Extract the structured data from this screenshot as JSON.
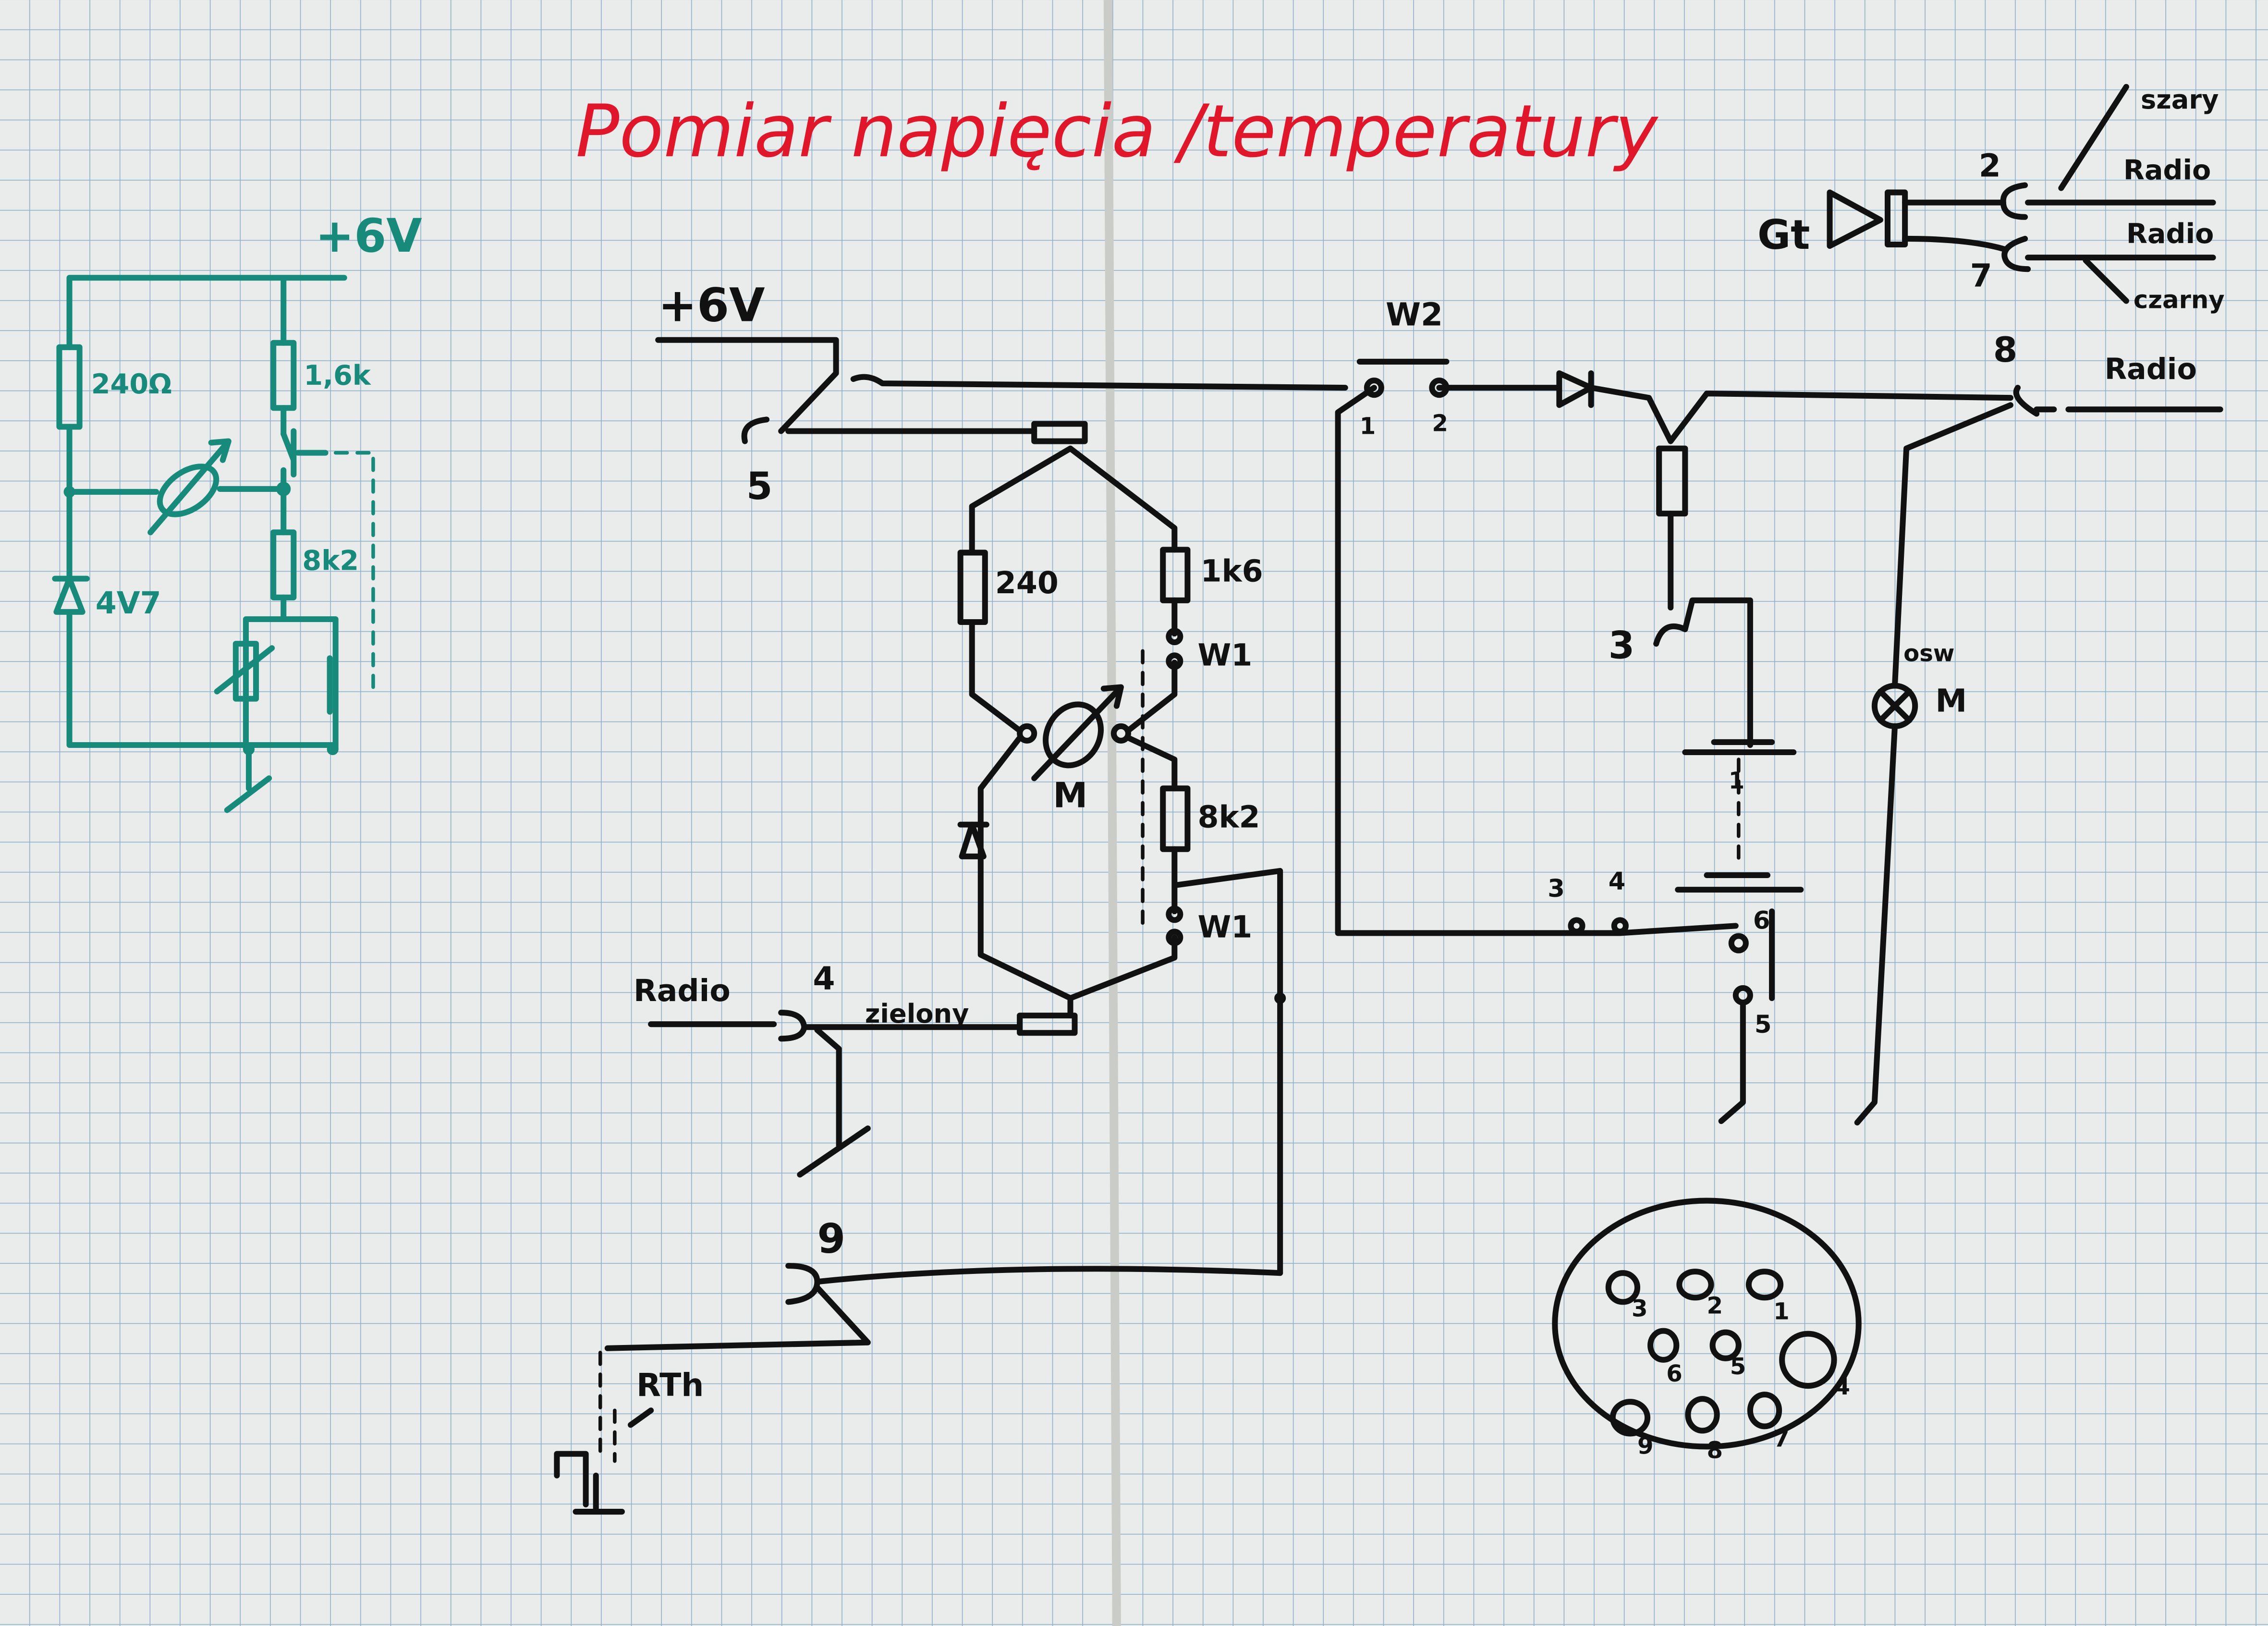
{
  "title": "Pomiar  napięcia /temperatury",
  "colors": {
    "paper": "#e9ecea",
    "grid": "#8fb1cc",
    "ink": "#111111",
    "teal_ink": "#178a7c",
    "title_red": "#e0162b"
  },
  "left_circuit": {
    "supply": "+6V",
    "r1": "240Ω",
    "r2": "1,6k",
    "r3": "8k2",
    "zener": "4V7"
  },
  "main_circuit": {
    "supply": "+6V",
    "conn5": "5",
    "r_left": "240",
    "r_right": "1k6",
    "switch_w1_top": "W1",
    "switch_w1_bottom": "W1",
    "meter": "M",
    "r_bottom": "8k2",
    "radio_left": "Radio",
    "conn4": "4",
    "wire_color": "zielony",
    "conn9": "9",
    "thermistor": "RTh",
    "switch_w2": "W2",
    "w2_pin1": "1",
    "w2_pin2": "2",
    "conn3": "3",
    "battery_cell": "1",
    "contact3": "3",
    "contact4": "4",
    "contact6": "6",
    "contact5": "5",
    "conn8": "8",
    "radio_8": "Radio",
    "lamp_label": "osw",
    "lamp_m": "M"
  },
  "generator": {
    "label": "Gt",
    "conn2": "2",
    "conn7": "7",
    "wire_szary": "szary",
    "radio_top": "Radio",
    "radio_bottom": "Radio",
    "wire_czarny": "czarny"
  },
  "socket_pins": [
    "1",
    "2",
    "3",
    "4",
    "5",
    "6",
    "7",
    "8",
    "9"
  ]
}
